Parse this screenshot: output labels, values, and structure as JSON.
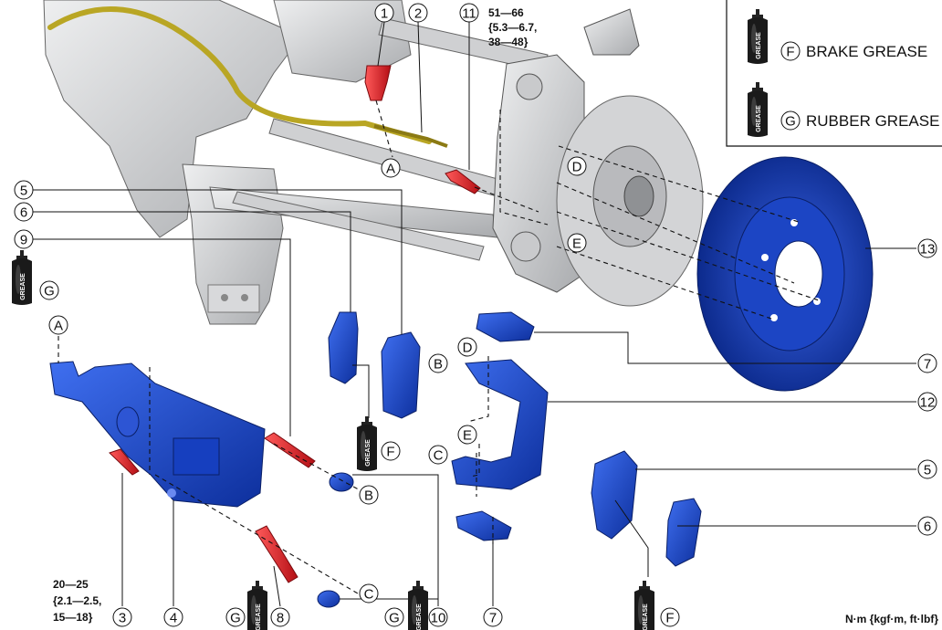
{
  "callouts": [
    "1",
    "2",
    "3",
    "4",
    "5",
    "6",
    "7",
    "8",
    "9",
    "10",
    "11",
    "12",
    "13"
  ],
  "letters": [
    "A",
    "B",
    "C",
    "D",
    "E",
    "F",
    "G"
  ],
  "legend": {
    "f_label": "BRAKE GREASE",
    "g_label": "RUBBER GREASE",
    "can_text": "GREASE"
  },
  "torque_top": [
    "51—66",
    "{5.3—6.7,",
    "38—48}"
  ],
  "torque_bottom": [
    "20—25",
    "{2.1—2.5,",
    "15—18}"
  ],
  "unit": "N·m {kgf·m, ft·lbf}",
  "colors": {
    "part_blue": "#1f4fd1",
    "part_blue_dark": "#0d2f9c",
    "part_red": "#e0252b",
    "cable_yellow": "#b9a624",
    "chassis_gray": "#c9cacc"
  }
}
